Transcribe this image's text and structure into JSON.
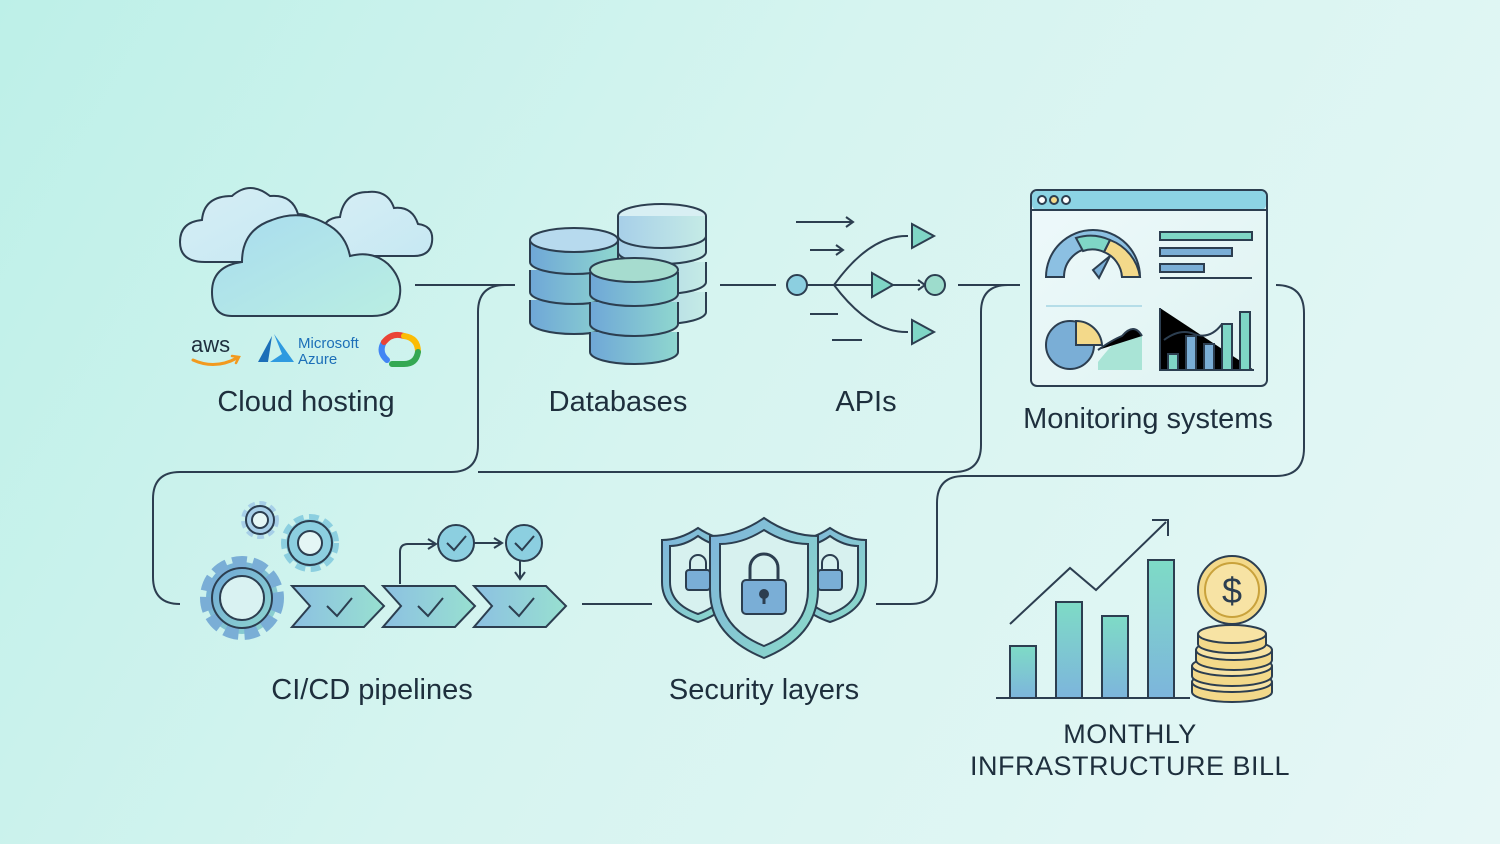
{
  "nodes": {
    "cloud_hosting": "Cloud hosting",
    "databases": "Databases",
    "apis": "APIs",
    "monitoring": "Monitoring systems",
    "cicd": "CI/CD pipelines",
    "security": "Security layers",
    "bill_line1": "MONTHLY",
    "bill_line2": "INFRASTRUCTURE BILL"
  },
  "provider_logos": {
    "aws": "aws",
    "azure_line1": "Microsoft",
    "azure_line2": "Azure",
    "gcp": "google-cloud-logo"
  },
  "cost_symbol": "$",
  "colors": {
    "stroke": "#2c3e50",
    "teal": "#7fd6c6",
    "blue": "#7aaed6",
    "gold": "#f3d98a",
    "coin_stroke": "#c9a23c"
  },
  "icons": [
    "cloud-icon",
    "database-icon",
    "api-icon",
    "dashboard-icon",
    "gear-icon",
    "shield-lock-icon",
    "rising-chart-icon",
    "coin-stack-icon"
  ]
}
